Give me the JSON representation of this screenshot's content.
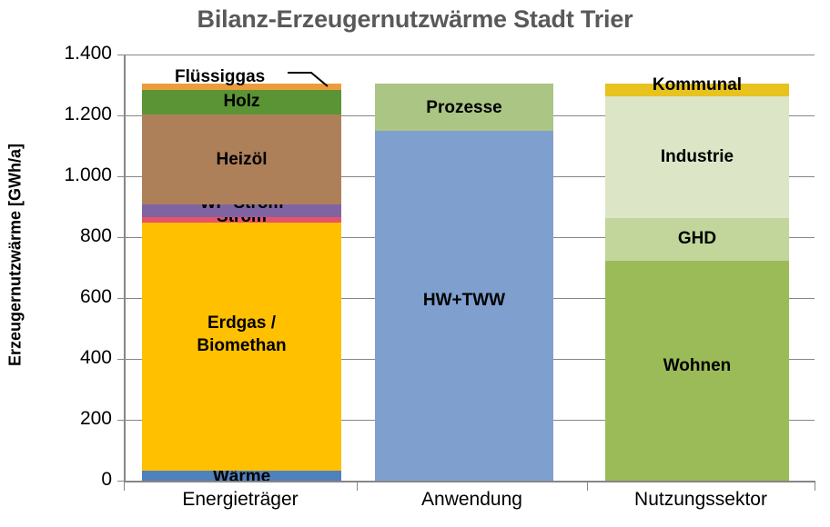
{
  "chart_data": {
    "type": "bar",
    "subtype": "stacked-column",
    "title": "Bilanz-Erzeugernutzwärme Stadt Trier",
    "xlabel": "",
    "ylabel": "Erzeugernutzwärme [GWh/a]",
    "ylim": [
      0,
      1400
    ],
    "ytick_labels": [
      "1.400",
      "1.200",
      "1.000",
      "800",
      "600",
      "400",
      "200",
      "0"
    ],
    "ytick_values": [
      1400,
      1200,
      1000,
      800,
      600,
      400,
      200,
      0
    ],
    "grid": true,
    "grid_axis": "y",
    "legend": "none (segments labelled in place)",
    "categories": [
      "Energieträger",
      "Anwendung",
      "Nutzungssektor"
    ],
    "columns": [
      {
        "category": "Energieträger",
        "total": 1305,
        "segments": [
          {
            "name": "Wärme",
            "value": 36,
            "color": "#4F81BD",
            "label_visible": true,
            "label_position": "inside-bottom"
          },
          {
            "name": "Erdgas / Biomethan",
            "value": 813,
            "color": "#FFC000",
            "label_visible": true,
            "label_position": "inside"
          },
          {
            "name": "Strom",
            "value": 18,
            "color": "#E8536A",
            "label_visible": true,
            "label_position": "inside"
          },
          {
            "name": "WP-Strom",
            "value": 42,
            "color": "#8064A2",
            "label_visible": true,
            "label_position": "inside"
          },
          {
            "name": "Heizöl",
            "value": 295,
            "color": "#AD805A",
            "label_visible": true,
            "label_position": "inside"
          },
          {
            "name": "Holz",
            "value": 80,
            "color": "#5B9434",
            "label_visible": true,
            "label_position": "inside"
          },
          {
            "name": "Flüssiggas",
            "value": 21,
            "color": "#ED9C3B",
            "label_visible": true,
            "label_position": "callout"
          }
        ]
      },
      {
        "category": "Anwendung",
        "total": 1305,
        "segments": [
          {
            "name": "HW+TWW",
            "value": 1150,
            "color": "#7F9FCE",
            "label_visible": true,
            "label_position": "inside"
          },
          {
            "name": "Prozesse",
            "value": 155,
            "color": "#AAC584",
            "label_visible": true,
            "label_position": "inside"
          }
        ]
      },
      {
        "category": "Nutzungssektor",
        "total": 1305,
        "segments": [
          {
            "name": "Wohnen",
            "value": 724,
            "color": "#9BBB59",
            "label_visible": true,
            "label_position": "inside"
          },
          {
            "name": "GHD",
            "value": 140,
            "color": "#C2D69B",
            "label_visible": true,
            "label_position": "inside"
          },
          {
            "name": "Industrie",
            "value": 399,
            "color": "#DCE6C7",
            "label_visible": true,
            "label_position": "inside"
          },
          {
            "name": "Kommunal",
            "value": 42,
            "color": "#E8C21E",
            "label_visible": true,
            "label_position": "inside"
          }
        ]
      }
    ]
  },
  "colors": {
    "title": "#595959",
    "axis": "#868686",
    "grid": "#868686",
    "background": "#FFFFFF",
    "text": "#000000"
  }
}
